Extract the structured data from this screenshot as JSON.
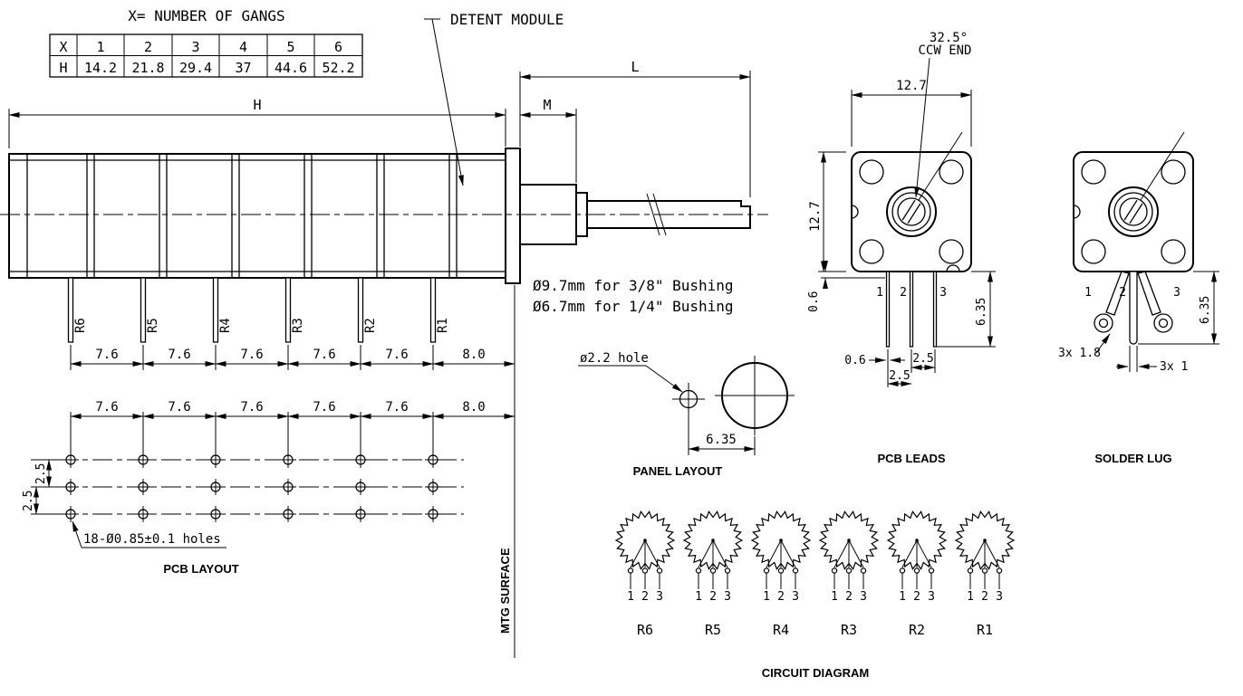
{
  "gang_table": {
    "title": "X= NUMBER OF GANGS",
    "rows": [
      {
        "header": "X",
        "values": [
          "1",
          "2",
          "3",
          "4",
          "5",
          "6"
        ]
      },
      {
        "header": "H",
        "values": [
          "14.2",
          "21.8",
          "29.4",
          "37",
          "44.6",
          "52.2"
        ]
      }
    ]
  },
  "labels": {
    "detent": "DETENT MODULE",
    "pcb_layout": "PCB LAYOUT",
    "panel_layout": "PANEL LAYOUT",
    "pcb_leads": "PCB LEADS",
    "solder_lug": "SOLDER LUG",
    "circuit_diagram": "CIRCUIT DIAGRAM",
    "mtg_surface": "MTG SURFACE"
  },
  "dims": {
    "h": "H",
    "l": "L",
    "m": "M",
    "pitch": "7.6",
    "end_pitch": "8.0",
    "row_pitch": "2.5",
    "square": "12.7",
    "lead_width": "0.6",
    "lead_length": "6.35",
    "angle": "32.5°",
    "angle_ref": "CCW END",
    "lug_width": "3x 1.8",
    "lug_thickness": "3x 1"
  },
  "notes": {
    "bushing_1": "Ø9.7mm for 3/8\" Bushing",
    "bushing_2": "Ø6.7mm for 1/4\" Bushing",
    "panel_hole": "ø2.2 hole",
    "pcb_holes": "18-Ø0.85±0.1 holes"
  },
  "resistors": [
    "R6",
    "R5",
    "R4",
    "R3",
    "R2",
    "R1"
  ],
  "pins": [
    "1",
    "2",
    "3"
  ]
}
